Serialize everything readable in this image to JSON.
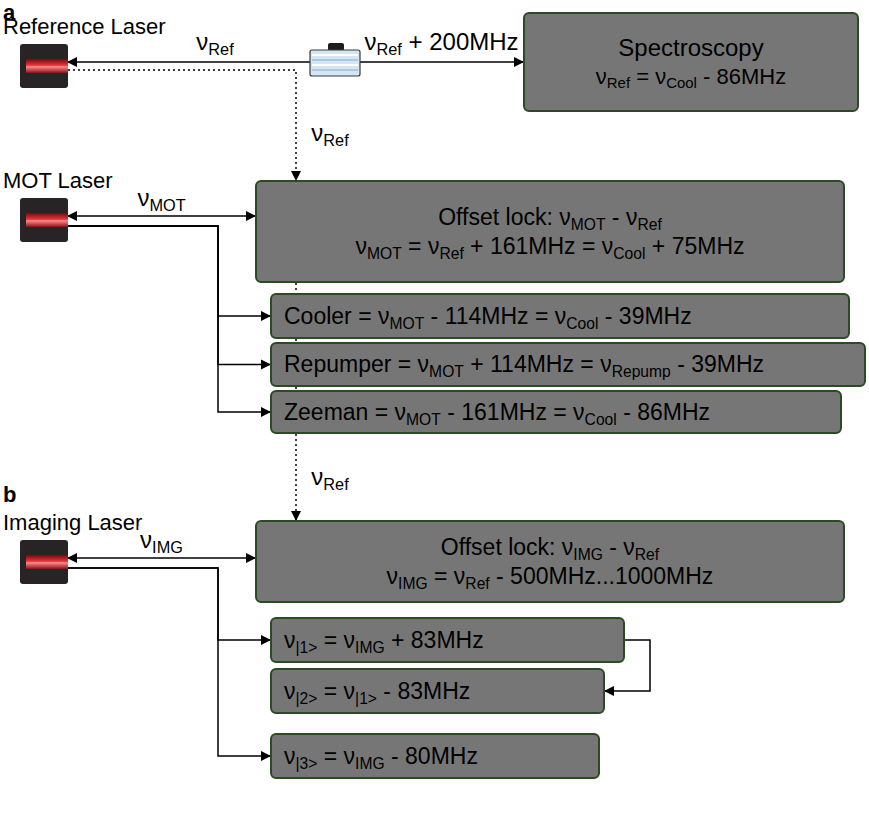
{
  "diagram": {
    "nodes": [
      {
        "text": [
          "Reference Laser"
        ]
      },
      {
        "text": [
          "Spectroscopy",
          "νRef = νCool - 86MHz"
        ]
      },
      {
        "text": [
          "MOT Laser"
        ]
      },
      {
        "text": [
          "Offset lock: νMOT - νRef",
          "νMOT = νRef + 161MHz = νCool + 75MHz"
        ]
      },
      {
        "text": [
          "Cooler = νMOT - 114MHz = νCool - 39MHz"
        ]
      },
      {
        "text": [
          "Repumper = νMOT + 114MHz = νRepump - 39MHz"
        ]
      },
      {
        "text": [
          "Zeeman = νMOT - 161MHz = νCool - 86MHz"
        ]
      },
      {
        "text": [
          "Imaging Laser"
        ]
      },
      {
        "text": [
          "Offset lock: νIMG - νRef",
          "νIMG = νRef - 500MHz...1000MHz"
        ]
      },
      {
        "text": [
          "ν|1> = νIMG + 83MHz"
        ]
      },
      {
        "text": [
          "ν|2> = ν|1> - 83MHz"
        ]
      },
      {
        "text": [
          "ν|3> = νIMG - 80MHz"
        ]
      }
    ],
    "edges": [
      {
        "from": 0,
        "to": 1,
        "label": "νRef + 200MHz",
        "arrow": "both"
      },
      {
        "from": 0,
        "to": 3,
        "label": "νRef",
        "arrow": "to"
      },
      {
        "from": 2,
        "to": 3,
        "label": "νMOT",
        "arrow": "both"
      },
      {
        "from": 2,
        "to": 4,
        "arrow": "to"
      },
      {
        "from": 2,
        "to": 5,
        "arrow": "to"
      },
      {
        "from": 2,
        "to": 6,
        "arrow": "to"
      },
      {
        "from": 3,
        "to": 8,
        "label": "νRef",
        "arrow": "to"
      },
      {
        "from": 7,
        "to": 8,
        "label": "νIMG",
        "arrow": "both"
      },
      {
        "from": 7,
        "to": 9,
        "arrow": "to"
      },
      {
        "from": 7,
        "to": 11,
        "arrow": "to"
      },
      {
        "from": 9,
        "to": 10,
        "arrow": "to"
      }
    ],
    "labels": [
      "a",
      "νRef",
      "b"
    ]
  }
}
